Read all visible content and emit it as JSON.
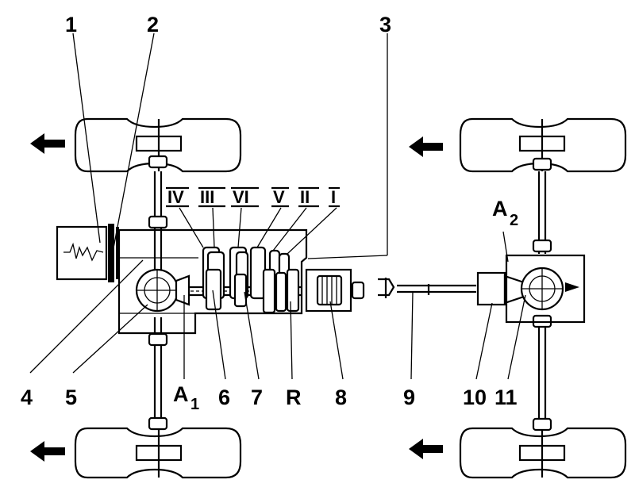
{
  "diagram": {
    "callouts": [
      "1",
      "2",
      "3",
      "4",
      "5",
      "6",
      "7",
      "8",
      "9",
      "10",
      "11",
      "R"
    ],
    "axle_labels": {
      "a1_main": "A",
      "a1_sub": "1",
      "a2_main": "A",
      "a2_sub": "2"
    },
    "gear_labels": [
      "IV",
      "III",
      "VI",
      "V",
      "II",
      "I"
    ],
    "colors": {
      "line": "#000000",
      "background": "#ffffff"
    },
    "icons": [
      "direction-arrow-icon",
      "wheel-icon",
      "cv-joint-icon"
    ]
  }
}
